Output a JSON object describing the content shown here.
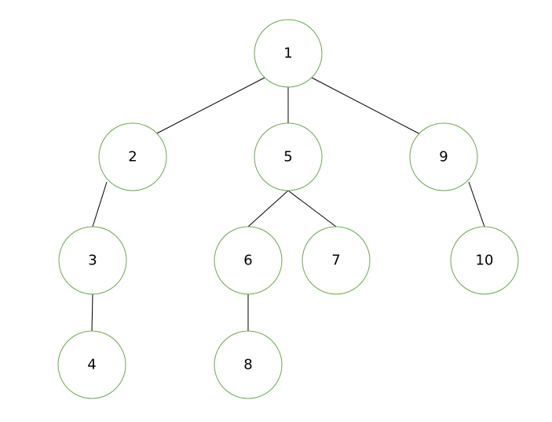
{
  "diagram": {
    "type": "tree",
    "colors": {
      "node_border": "#6aa84f",
      "edge": "#000000",
      "label": "#000000",
      "background": "#ffffff"
    },
    "nodes": [
      {
        "id": "n1",
        "label": "1"
      },
      {
        "id": "n2",
        "label": "2"
      },
      {
        "id": "n5",
        "label": "5"
      },
      {
        "id": "n9",
        "label": "9"
      },
      {
        "id": "n3",
        "label": "3"
      },
      {
        "id": "n6",
        "label": "6"
      },
      {
        "id": "n7",
        "label": "7"
      },
      {
        "id": "n10",
        "label": "10"
      },
      {
        "id": "n4",
        "label": "4"
      },
      {
        "id": "n8",
        "label": "8"
      }
    ],
    "edges": [
      {
        "from": "n1",
        "to": "n2"
      },
      {
        "from": "n1",
        "to": "n5"
      },
      {
        "from": "n1",
        "to": "n9"
      },
      {
        "from": "n2",
        "to": "n3"
      },
      {
        "from": "n3",
        "to": "n4"
      },
      {
        "from": "n5",
        "to": "n6"
      },
      {
        "from": "n5",
        "to": "n7"
      },
      {
        "from": "n6",
        "to": "n8"
      },
      {
        "from": "n9",
        "to": "n10"
      }
    ]
  }
}
